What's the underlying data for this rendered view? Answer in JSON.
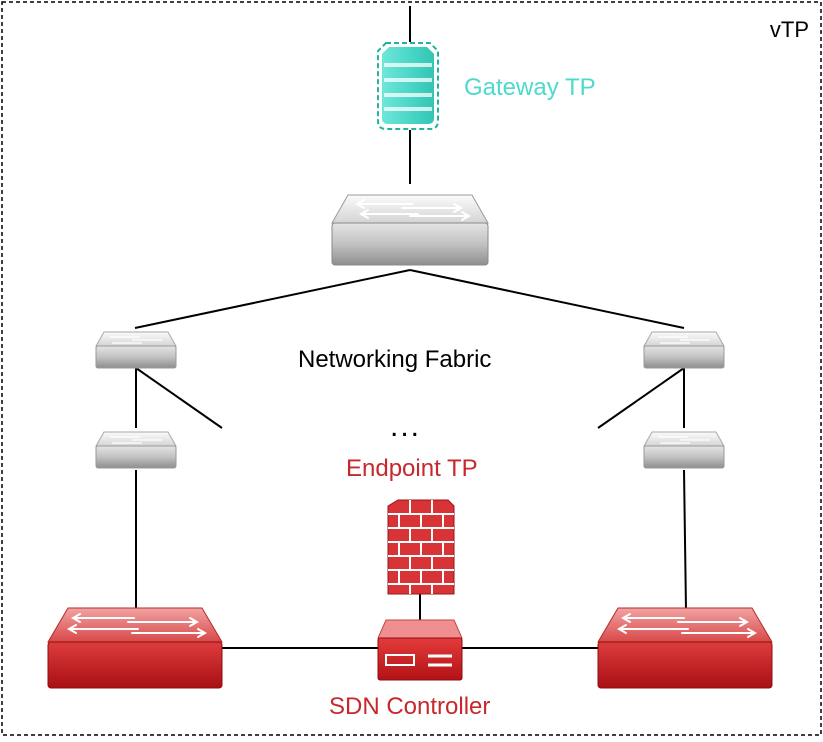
{
  "frame": {
    "label": "vTP"
  },
  "gateway": {
    "label": "Gateway TP",
    "color": "#4fd9cc"
  },
  "fabric": {
    "label": "Networking Fabric",
    "ellipsis": "..."
  },
  "endpoint": {
    "label": "Endpoint TP",
    "color": "#c8282d"
  },
  "controller": {
    "label": "SDN Controller",
    "color": "#c8282d"
  },
  "icons": {
    "gateway": "gateway-server-icon",
    "core_switch": "core-switch-icon",
    "small_switch": "switch-icon",
    "edge_switch": "red-switch-icon",
    "firewall": "firewall-icon",
    "controller": "sdn-controller-icon"
  }
}
